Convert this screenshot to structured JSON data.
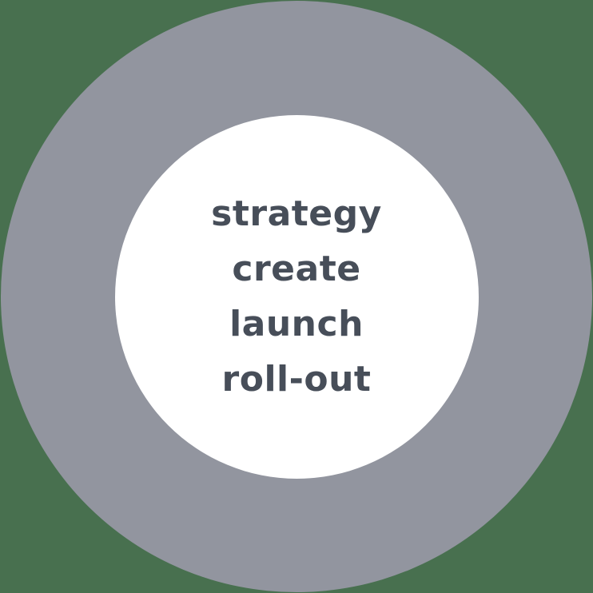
{
  "diagram": {
    "type": "donut-graphic",
    "labels": [
      "strategy",
      "create",
      "launch",
      "roll-out"
    ]
  },
  "colors": {
    "background": "#48704F",
    "ring": "#92959F",
    "inner": "#FFFFFF",
    "text": "#474E59"
  }
}
